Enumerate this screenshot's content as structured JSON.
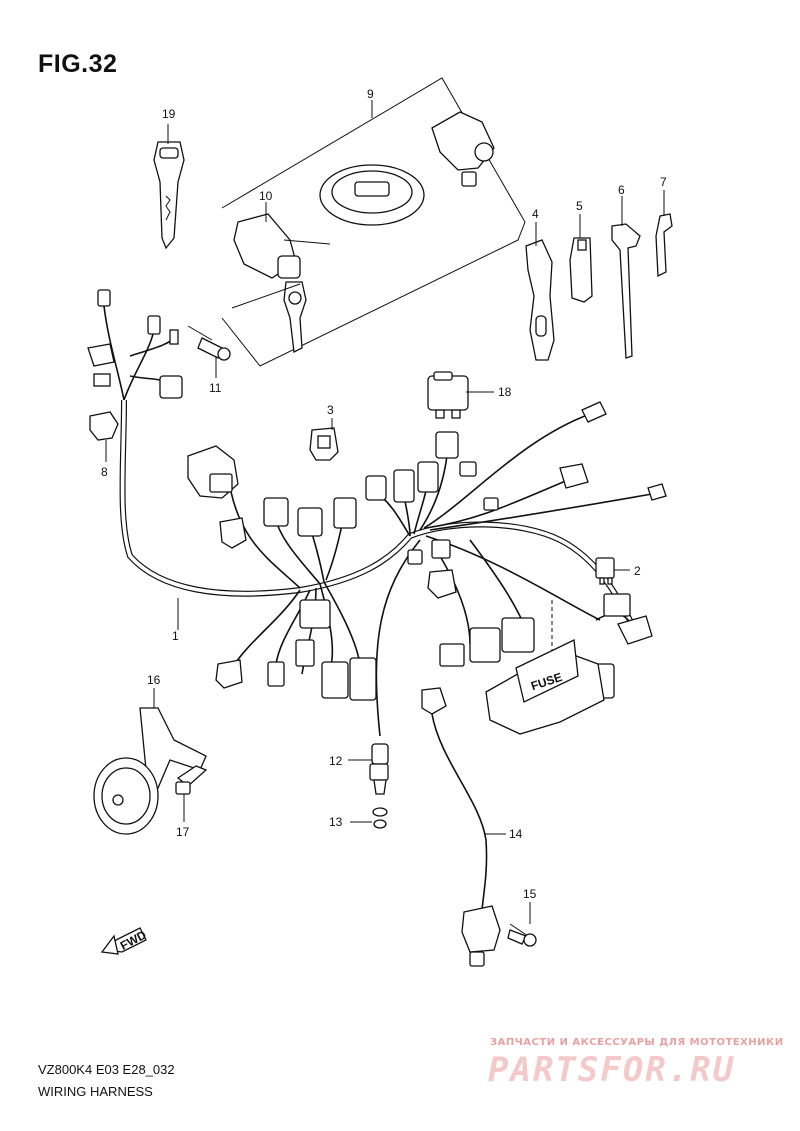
{
  "header": {
    "figure_label": "FIG.32"
  },
  "footer": {
    "model_code": "VZ800K4 E03 E28_032",
    "section_title": "WIRING HARNESS"
  },
  "watermark": {
    "tagline": "ЗАПЧАСТИ И АКСЕССУАРЫ ДЛЯ МОТОТЕХНИКИ",
    "logo_text": "PARTSFOR.RU"
  },
  "diagram": {
    "callouts": {
      "p1": "1",
      "p2": "2",
      "p3": "3",
      "p4": "4",
      "p5": "5",
      "p6": "6",
      "p7": "7",
      "p8": "8",
      "p9": "9",
      "p10": "10",
      "p11": "11",
      "p12": "12",
      "p13": "13",
      "p14": "14",
      "p15": "15",
      "p16": "16",
      "p17": "17",
      "p18": "18",
      "p19": "19"
    },
    "fuse_box_label": "FUSE",
    "direction_label": "FWD"
  }
}
